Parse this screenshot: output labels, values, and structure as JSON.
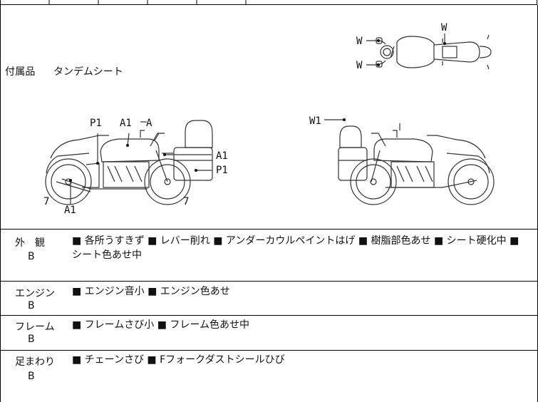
{
  "accessory": {
    "label": "付属品",
    "value": "タンデムシート"
  },
  "diagram_markers": {
    "top_view": [
      "W",
      "W",
      "W"
    ],
    "left_view": [
      "P1",
      "A1",
      "A",
      "A1",
      "P1",
      "7",
      "A1",
      "7"
    ],
    "right_view": [
      "W1"
    ]
  },
  "conditions": [
    {
      "name": "外　観",
      "grade": "B",
      "desc": "■ 各所うすきず ■ レバー削れ ■ アンダーカウルペイントはげ ■ 樹脂部色あせ ■ シート硬化中 ■ シート色あせ中"
    },
    {
      "name": "エンジン",
      "grade": "B",
      "desc": "■ エンジン音小 ■ エンジン色あせ"
    },
    {
      "name": "フレーム",
      "grade": "B",
      "desc": "■ フレームさび小 ■ フレーム色あせ中"
    },
    {
      "name": "足まわり",
      "grade": "B",
      "desc": "■ チェーンさび ■ Fフォークダストシールひび"
    }
  ]
}
